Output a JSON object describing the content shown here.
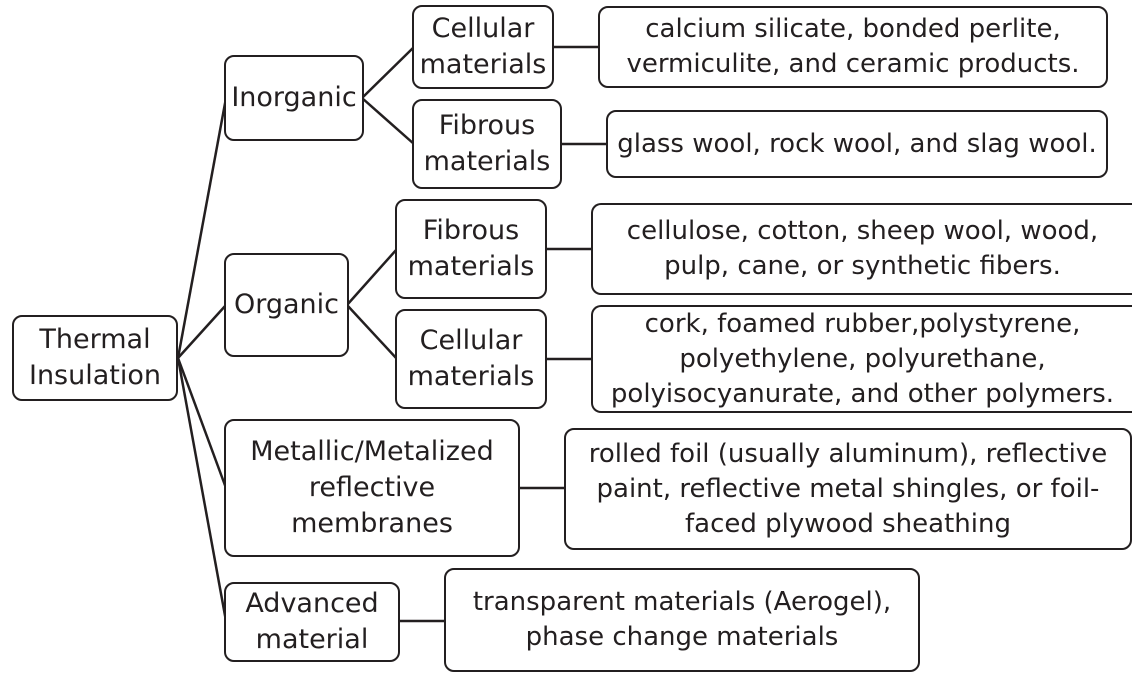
{
  "root": {
    "label": "Thermal\nInsulation"
  },
  "categories": [
    {
      "label": "Inorganic",
      "subcategories": [
        {
          "label": "Cellular\nmaterials",
          "examples": "calcium silicate, bonded perlite,\nvermiculite, and ceramic products."
        },
        {
          "label": "Fibrous\nmaterials",
          "examples": "glass wool, rock wool, and slag wool."
        }
      ]
    },
    {
      "label": "Organic",
      "subcategories": [
        {
          "label": "Fibrous\nmaterials",
          "examples": "cellulose, cotton, sheep wool, wood,\npulp, cane, or synthetic fibers."
        },
        {
          "label": "Cellular\nmaterials",
          "examples": "cork, foamed rubber,polystyrene,\npolyethylene, polyurethane,\npolyisocyanurate, and other polymers."
        }
      ]
    },
    {
      "label": "Metallic/Metalized\nreflective\nmembranes",
      "examples": "rolled foil (usually aluminum), reflective\npaint, reflective metal shingles, or foil-\nfaced plywood sheathing"
    },
    {
      "label": "Advanced\nmaterial",
      "examples": "transparent materials (Aerogel),\nphase change materials"
    }
  ]
}
